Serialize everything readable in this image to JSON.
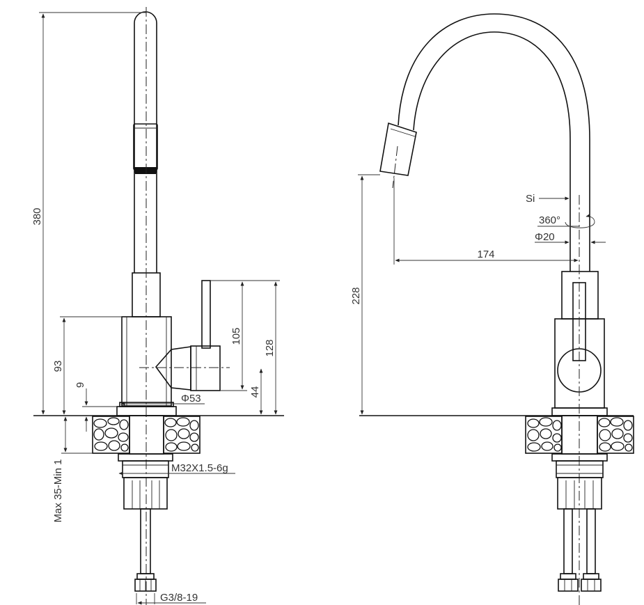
{
  "side_view": {
    "dimensions": {
      "total_height": "380",
      "body_height": "93",
      "base_step": "9",
      "handle_height": "105",
      "lever_height": "128",
      "lever_axis": "44",
      "base_diameter": "Φ53",
      "thread": "M32X1.5-6g",
      "mount_thickness": "Max 35-Min 1",
      "hose_thread": "G3/8-19"
    }
  },
  "front_view": {
    "dimensions": {
      "spout_height": "228",
      "reach": "174",
      "pipe_diameter": "Φ20",
      "rotation": "360°",
      "section_mark": "Si"
    }
  }
}
